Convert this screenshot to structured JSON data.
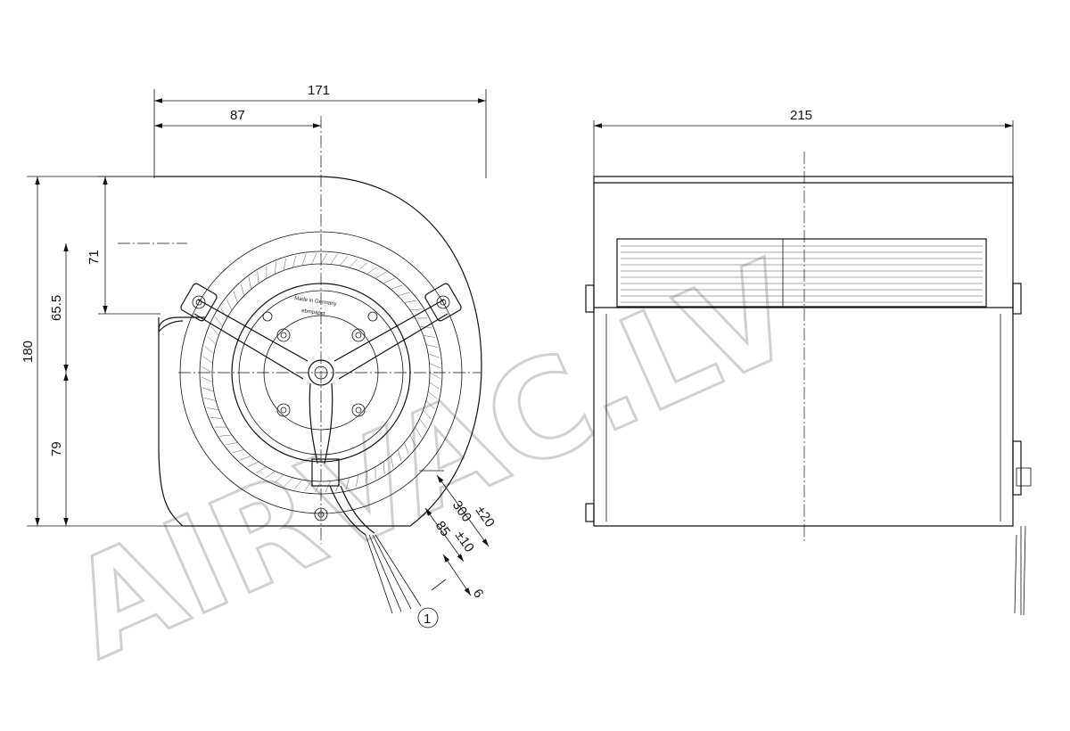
{
  "watermark": "AIRVAC.LV",
  "dimensions": {
    "width_total": "171",
    "width_to_axis": "87",
    "height_total": "180",
    "outlet_height": "71",
    "axis_height_upper": "65.5",
    "axis_height_lower": "79",
    "cable_length": "300",
    "cable_length_tol": "±20",
    "stripped_length": "85",
    "stripped_length_tol": "±10",
    "wire_end": "6",
    "depth_total": "215"
  },
  "callout": "1",
  "motor_label": {
    "line1": "Made in Germany",
    "line2": "ebmpapst"
  }
}
